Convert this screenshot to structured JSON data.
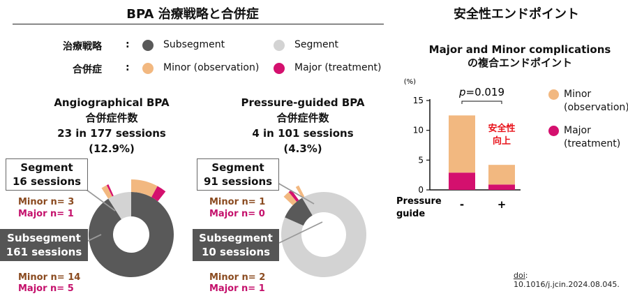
{
  "header": {
    "main_title": "BPA 治療戦略と合併症",
    "safety_title": "安全性エンドポイント"
  },
  "legend": {
    "strategy_label": "治療戦略",
    "complication_label": "合併症",
    "colon": ":",
    "subsegment": "Subsegment",
    "segment": "Segment",
    "minor": "Minor (observation)",
    "major": "Major (treatment)"
  },
  "colors": {
    "subsegment": "#595959",
    "segment": "#d3d3d3",
    "minor": "#f2b880",
    "major": "#d4106e",
    "minor_text": "#8a4a1f",
    "major_text": "#c4106b",
    "safety_red": "#e8121a"
  },
  "pies": [
    {
      "title": "Angiographical BPA",
      "subtitle": "合併症件数",
      "sessions_line": "23 in 177 sessions",
      "pct_line": "(12.9%)",
      "segment_box": [
        "Segment",
        "16 sessions"
      ],
      "segment_minor": "Minor n= 3",
      "segment_major": "Major n= 1",
      "subsegment_box": [
        "Subsegment",
        "161 sessions"
      ],
      "subsegment_minor": "Minor n= 14",
      "subsegment_major": "Major n=   5"
    },
    {
      "title": "Pressure-guided BPA",
      "subtitle": "合併症件数",
      "sessions_line": "4 in 101 sessions",
      "pct_line": "(4.3%)",
      "segment_box": [
        "Segment",
        "91 sessions"
      ],
      "segment_minor": "Minor n= 1",
      "segment_major": "Major n= 0",
      "subsegment_box": [
        "Subsegment",
        "10 sessions"
      ],
      "subsegment_minor": "Minor n= 2",
      "subsegment_major": "Major n= 1"
    }
  ],
  "bar_panel": {
    "title_line1": "Major and Minor complications",
    "title_line2": "の複合エンドポイント",
    "pvalue": "p=0.019",
    "annotation_line1": "安全性",
    "annotation_line2": "向上",
    "legend_minor": [
      "Minor",
      "(observation)"
    ],
    "legend_major": [
      "Major",
      "(treatment)"
    ]
  },
  "chart_data": [
    {
      "type": "pie",
      "title": "Angiographical BPA",
      "categories": [
        "Subsegment",
        "Segment"
      ],
      "values": [
        161,
        16
      ],
      "complications": {
        "Subsegment": {
          "minor": 14,
          "major": 5
        },
        "Segment": {
          "minor": 3,
          "major": 1
        }
      }
    },
    {
      "type": "pie",
      "title": "Pressure-guided BPA",
      "categories": [
        "Segment",
        "Subsegment"
      ],
      "values": [
        91,
        10
      ],
      "complications": {
        "Segment": {
          "minor": 1,
          "major": 0
        },
        "Subsegment": {
          "minor": 2,
          "major": 1
        }
      }
    },
    {
      "type": "bar",
      "stacked": true,
      "title": "Major and Minor complications の複合エンドポイント",
      "xlabel": "Pressure guide",
      "ylabel": "(%)",
      "categories": [
        "-",
        "+"
      ],
      "series": [
        {
          "name": "Major (treatment)",
          "values": [
            2.9,
            0.9
          ]
        },
        {
          "name": "Minor (observation)",
          "values": [
            9.6,
            3.3
          ]
        }
      ],
      "yticks": [
        0,
        5,
        10,
        15
      ],
      "ylim": [
        0,
        15
      ]
    }
  ]
}
